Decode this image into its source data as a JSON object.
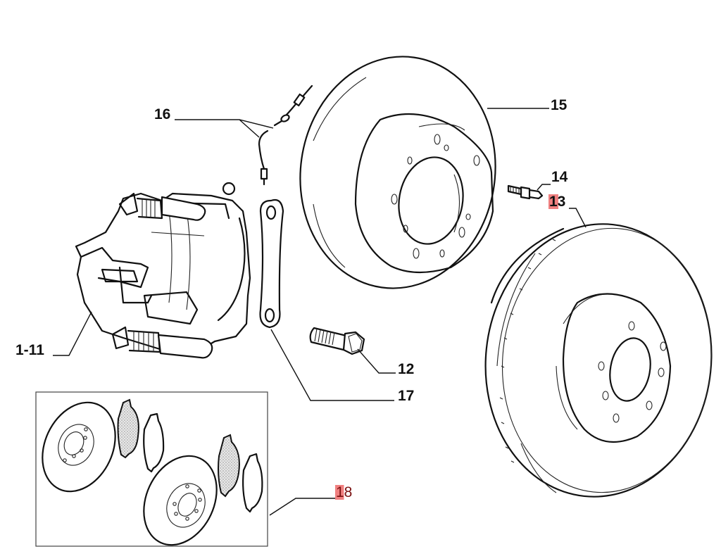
{
  "diagram": {
    "title": "Front brake assembly exploded view",
    "highlight_color": "#f08080",
    "callouts": [
      {
        "id": "1-11",
        "label": "1-11",
        "part": "brake caliper"
      },
      {
        "id": "12",
        "label": "12",
        "part": "caliper bolt"
      },
      {
        "id": "13",
        "label": "13",
        "part": "ventilated brake disc",
        "highlighted": true
      },
      {
        "id": "14",
        "label": "14",
        "part": "bleed screw"
      },
      {
        "id": "15",
        "label": "15",
        "part": "solid brake disc"
      },
      {
        "id": "16",
        "label": "16",
        "part": "pad wear sensor cable"
      },
      {
        "id": "17",
        "label": "17",
        "part": "link plate"
      },
      {
        "id": "18",
        "label": "18",
        "part": "disc and pad kit",
        "highlighted": true
      }
    ]
  }
}
